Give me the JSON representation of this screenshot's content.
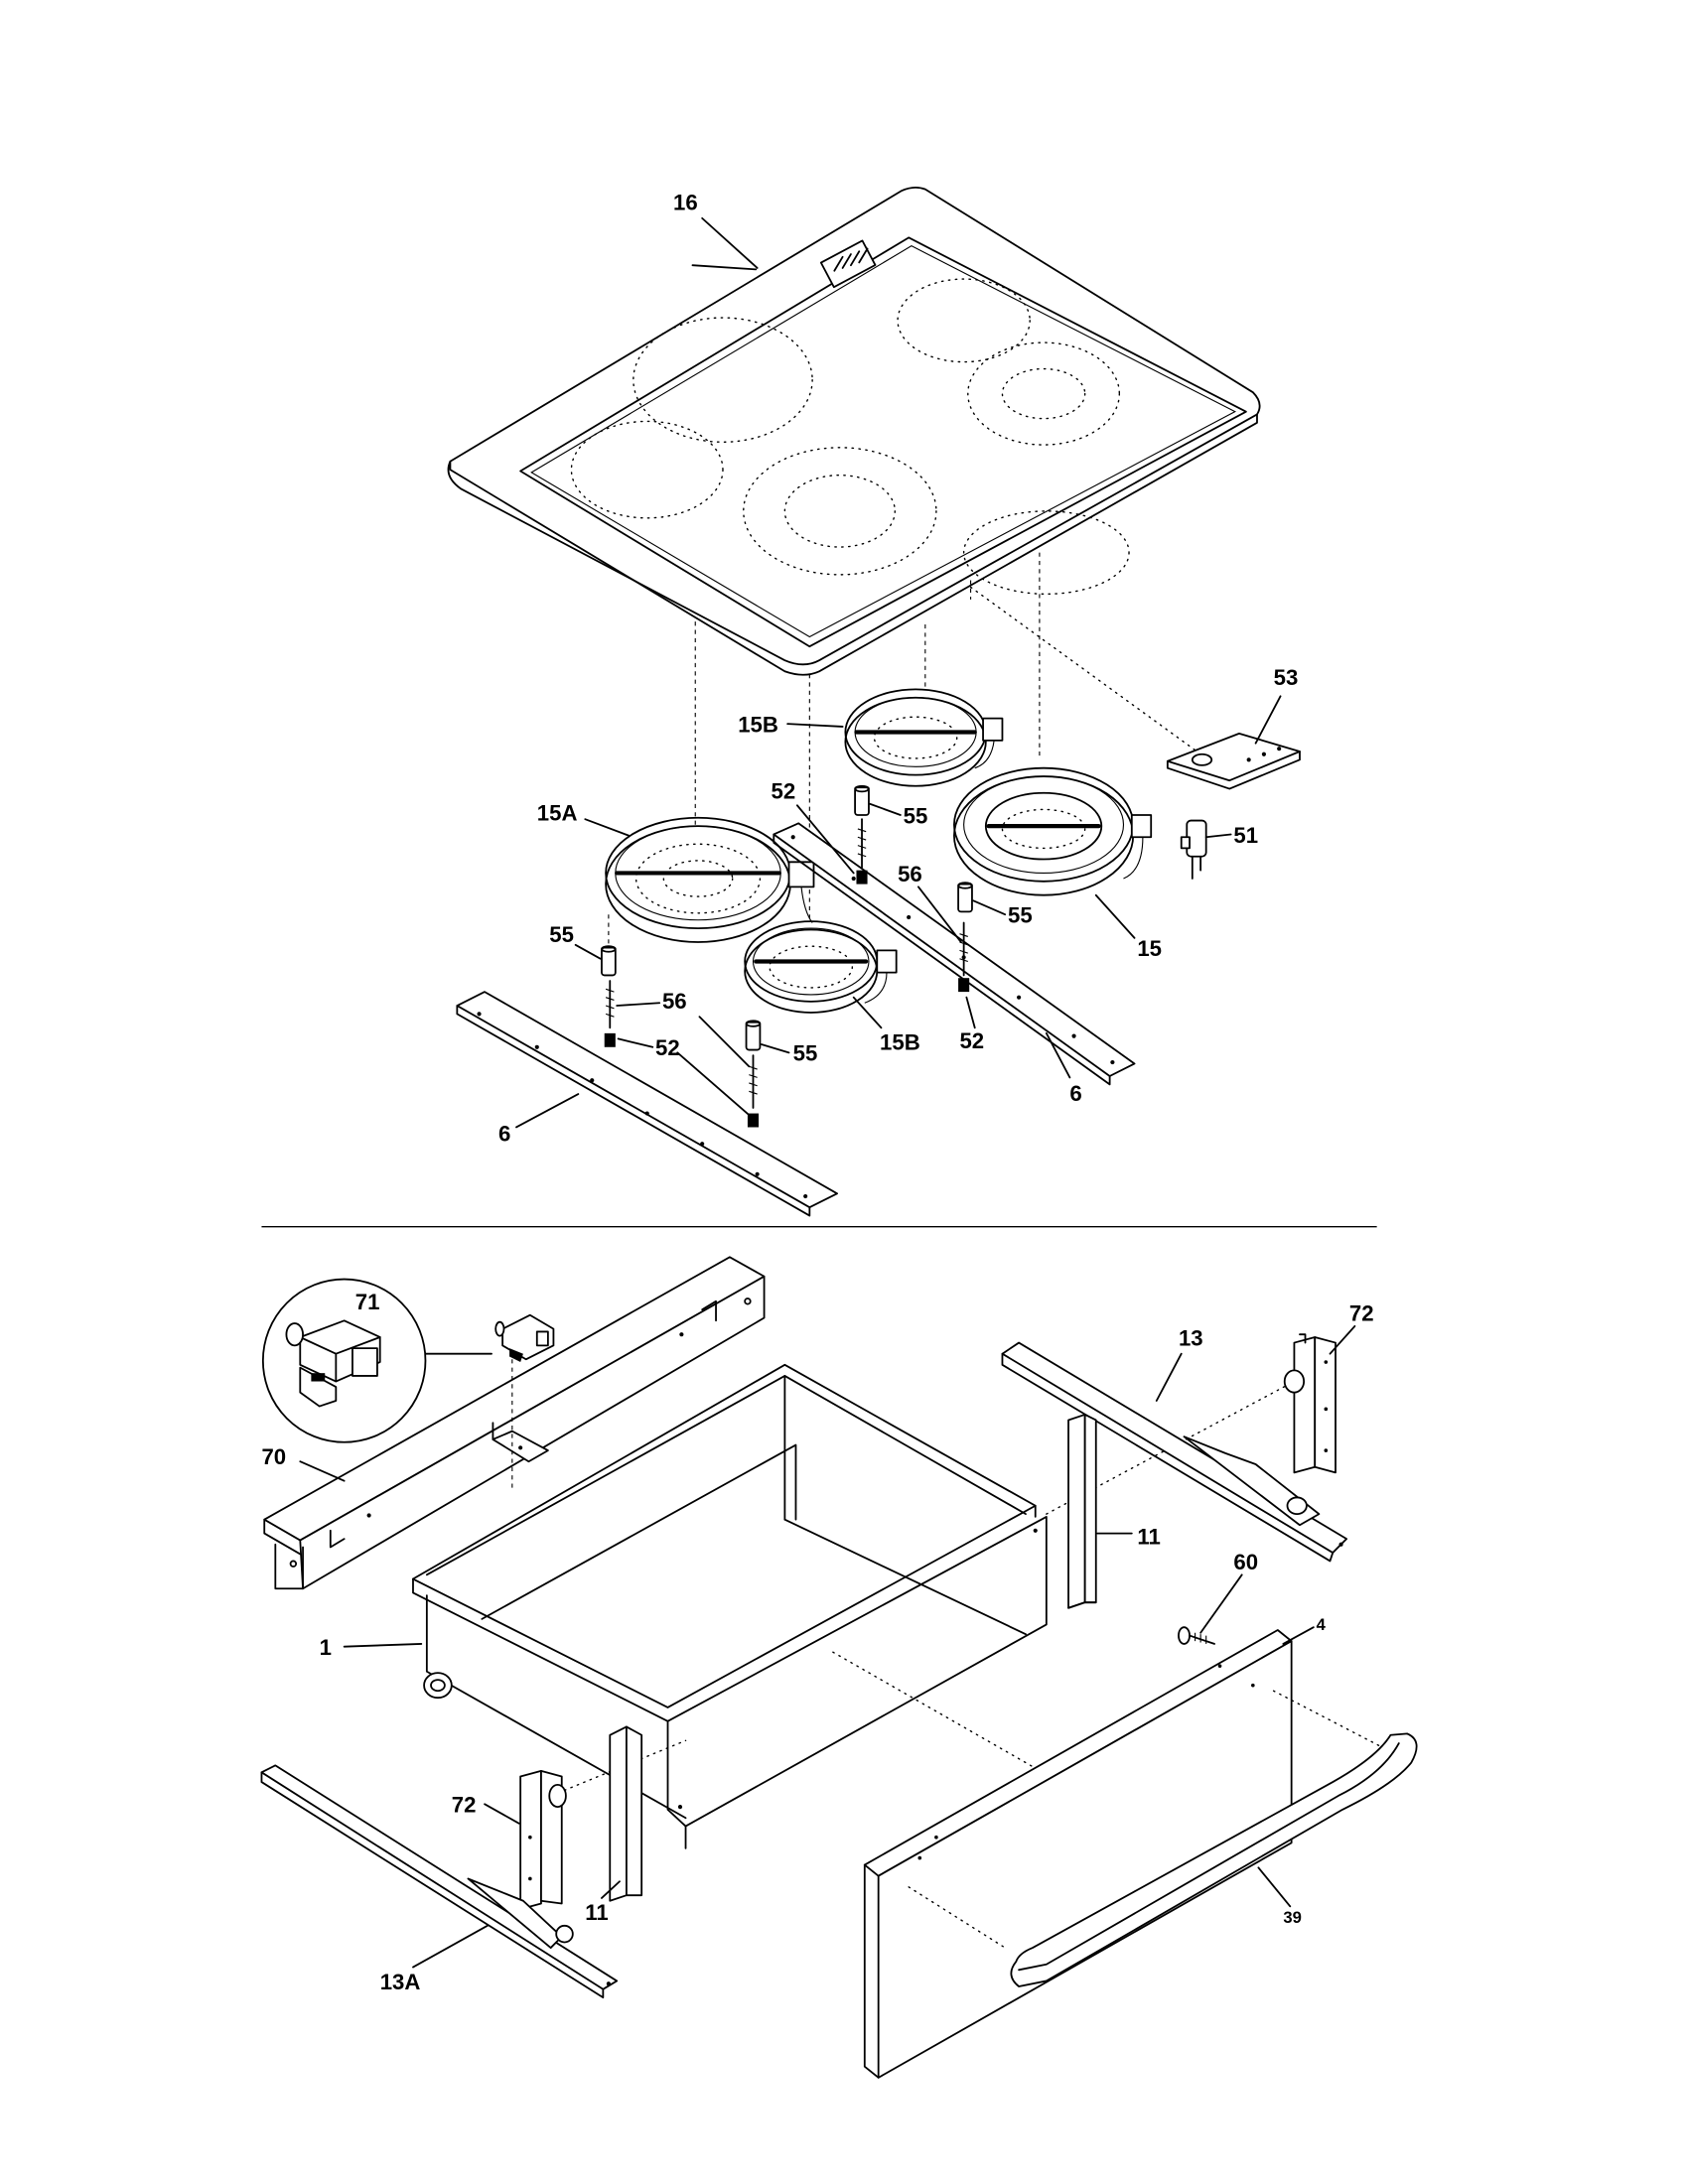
{
  "labels": {
    "p16": "16",
    "p53": "53",
    "p15b_top": "15B",
    "p55_top": "55",
    "p52_mid": "52",
    "p15a": "15A",
    "p51": "51",
    "p56_mid": "56",
    "p55_right": "55",
    "p15": "15",
    "p55_left": "55",
    "p56_left": "56",
    "p52_left": "52",
    "p55_low": "55",
    "p15b_low": "15B",
    "p52_right": "52",
    "p6_right": "6",
    "p6_left": "6",
    "p71": "71",
    "p70": "70",
    "p13": "13",
    "p72_right": "72",
    "p11_right": "11",
    "p60": "60",
    "p4": "4",
    "p1": "1",
    "p72_left": "72",
    "p11_left": "11",
    "p39": "39",
    "p13a": "13A"
  }
}
